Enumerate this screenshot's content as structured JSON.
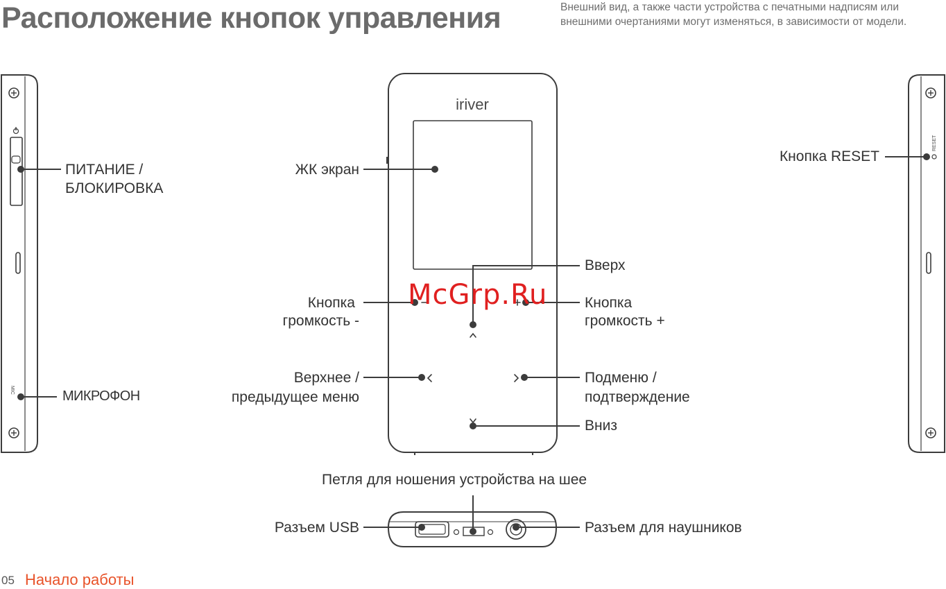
{
  "header": {
    "title": "Расположение кнопок управления",
    "note": "Внешний вид, а также части устройства с печатными надписям или внешними очертаниями могут изменяться, в зависимости от модели."
  },
  "device": {
    "brand": "iriver",
    "reset_side_text": "RESET",
    "mic_side_text": "MIC"
  },
  "labels": {
    "power_lock_1": "ПИТАНИЕ /",
    "power_lock_2": "БЛОКИРОВКА",
    "microphone": "МИКРОФОН",
    "lcd": "ЖК экран",
    "up": "Вверх",
    "vol_minus_1": "Кнопка",
    "vol_minus_2": "громкость -",
    "vol_plus_1": "Кнопка",
    "vol_plus_2": "громкость +",
    "back_1": "Верхнее /",
    "back_2": "предыдущее меню",
    "submenu_1": "Подменю /",
    "submenu_2": "подтверждение",
    "down": "Вниз",
    "reset": "Кнопка RESET",
    "strap": "Петля для ношения устройства на шее",
    "usb": "Разъем USB",
    "headphones": "Разъем для наушников"
  },
  "footer": {
    "page_number": "05",
    "section": "Начало работы"
  },
  "watermark": "McGrp.Ru"
}
